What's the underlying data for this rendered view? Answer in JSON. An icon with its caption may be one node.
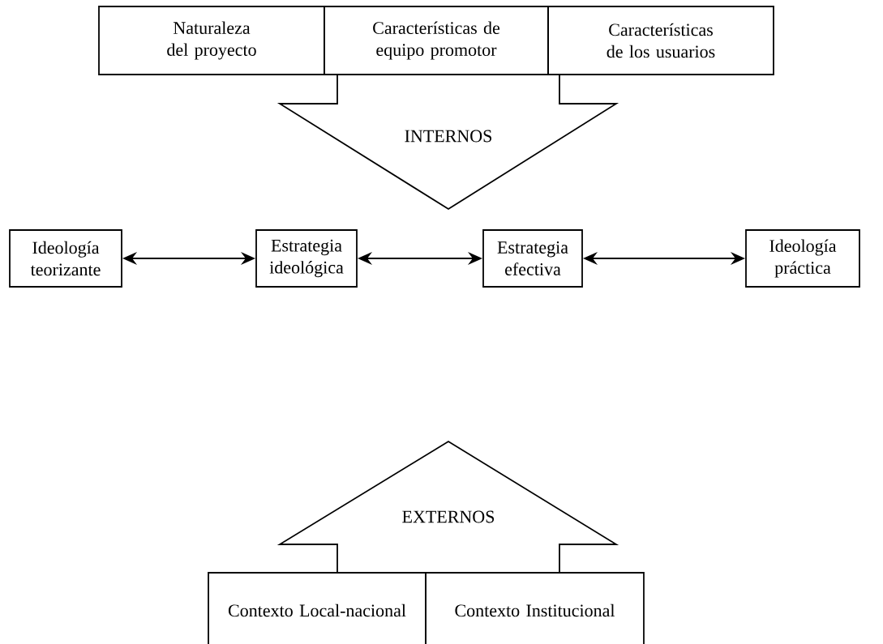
{
  "diagram": {
    "nodes": [
      {
        "text": [
          "Naturaleza del proyecto"
        ]
      },
      {
        "text": [
          "Características de equipo promotor"
        ]
      },
      {
        "text": [
          "Características de los usuarios"
        ]
      },
      {
        "text": [
          "INTERNOS"
        ]
      },
      {
        "text": [
          "Ideología teorizante"
        ]
      },
      {
        "text": [
          "Estrategia ideológica"
        ]
      },
      {
        "text": [
          "Estrategia efectiva"
        ]
      },
      {
        "text": [
          "Ideología práctica"
        ]
      },
      {
        "text": [
          "EXTERNOS"
        ]
      },
      {
        "text": [
          "Contexto Local-nacional"
        ]
      },
      {
        "text": [
          "Contexto Institucional"
        ]
      }
    ],
    "edges": [
      {
        "from": 4,
        "to": 5,
        "arrow": "both"
      },
      {
        "from": 5,
        "to": 6,
        "arrow": "both"
      },
      {
        "from": 6,
        "to": 7,
        "arrow": "both"
      }
    ]
  }
}
